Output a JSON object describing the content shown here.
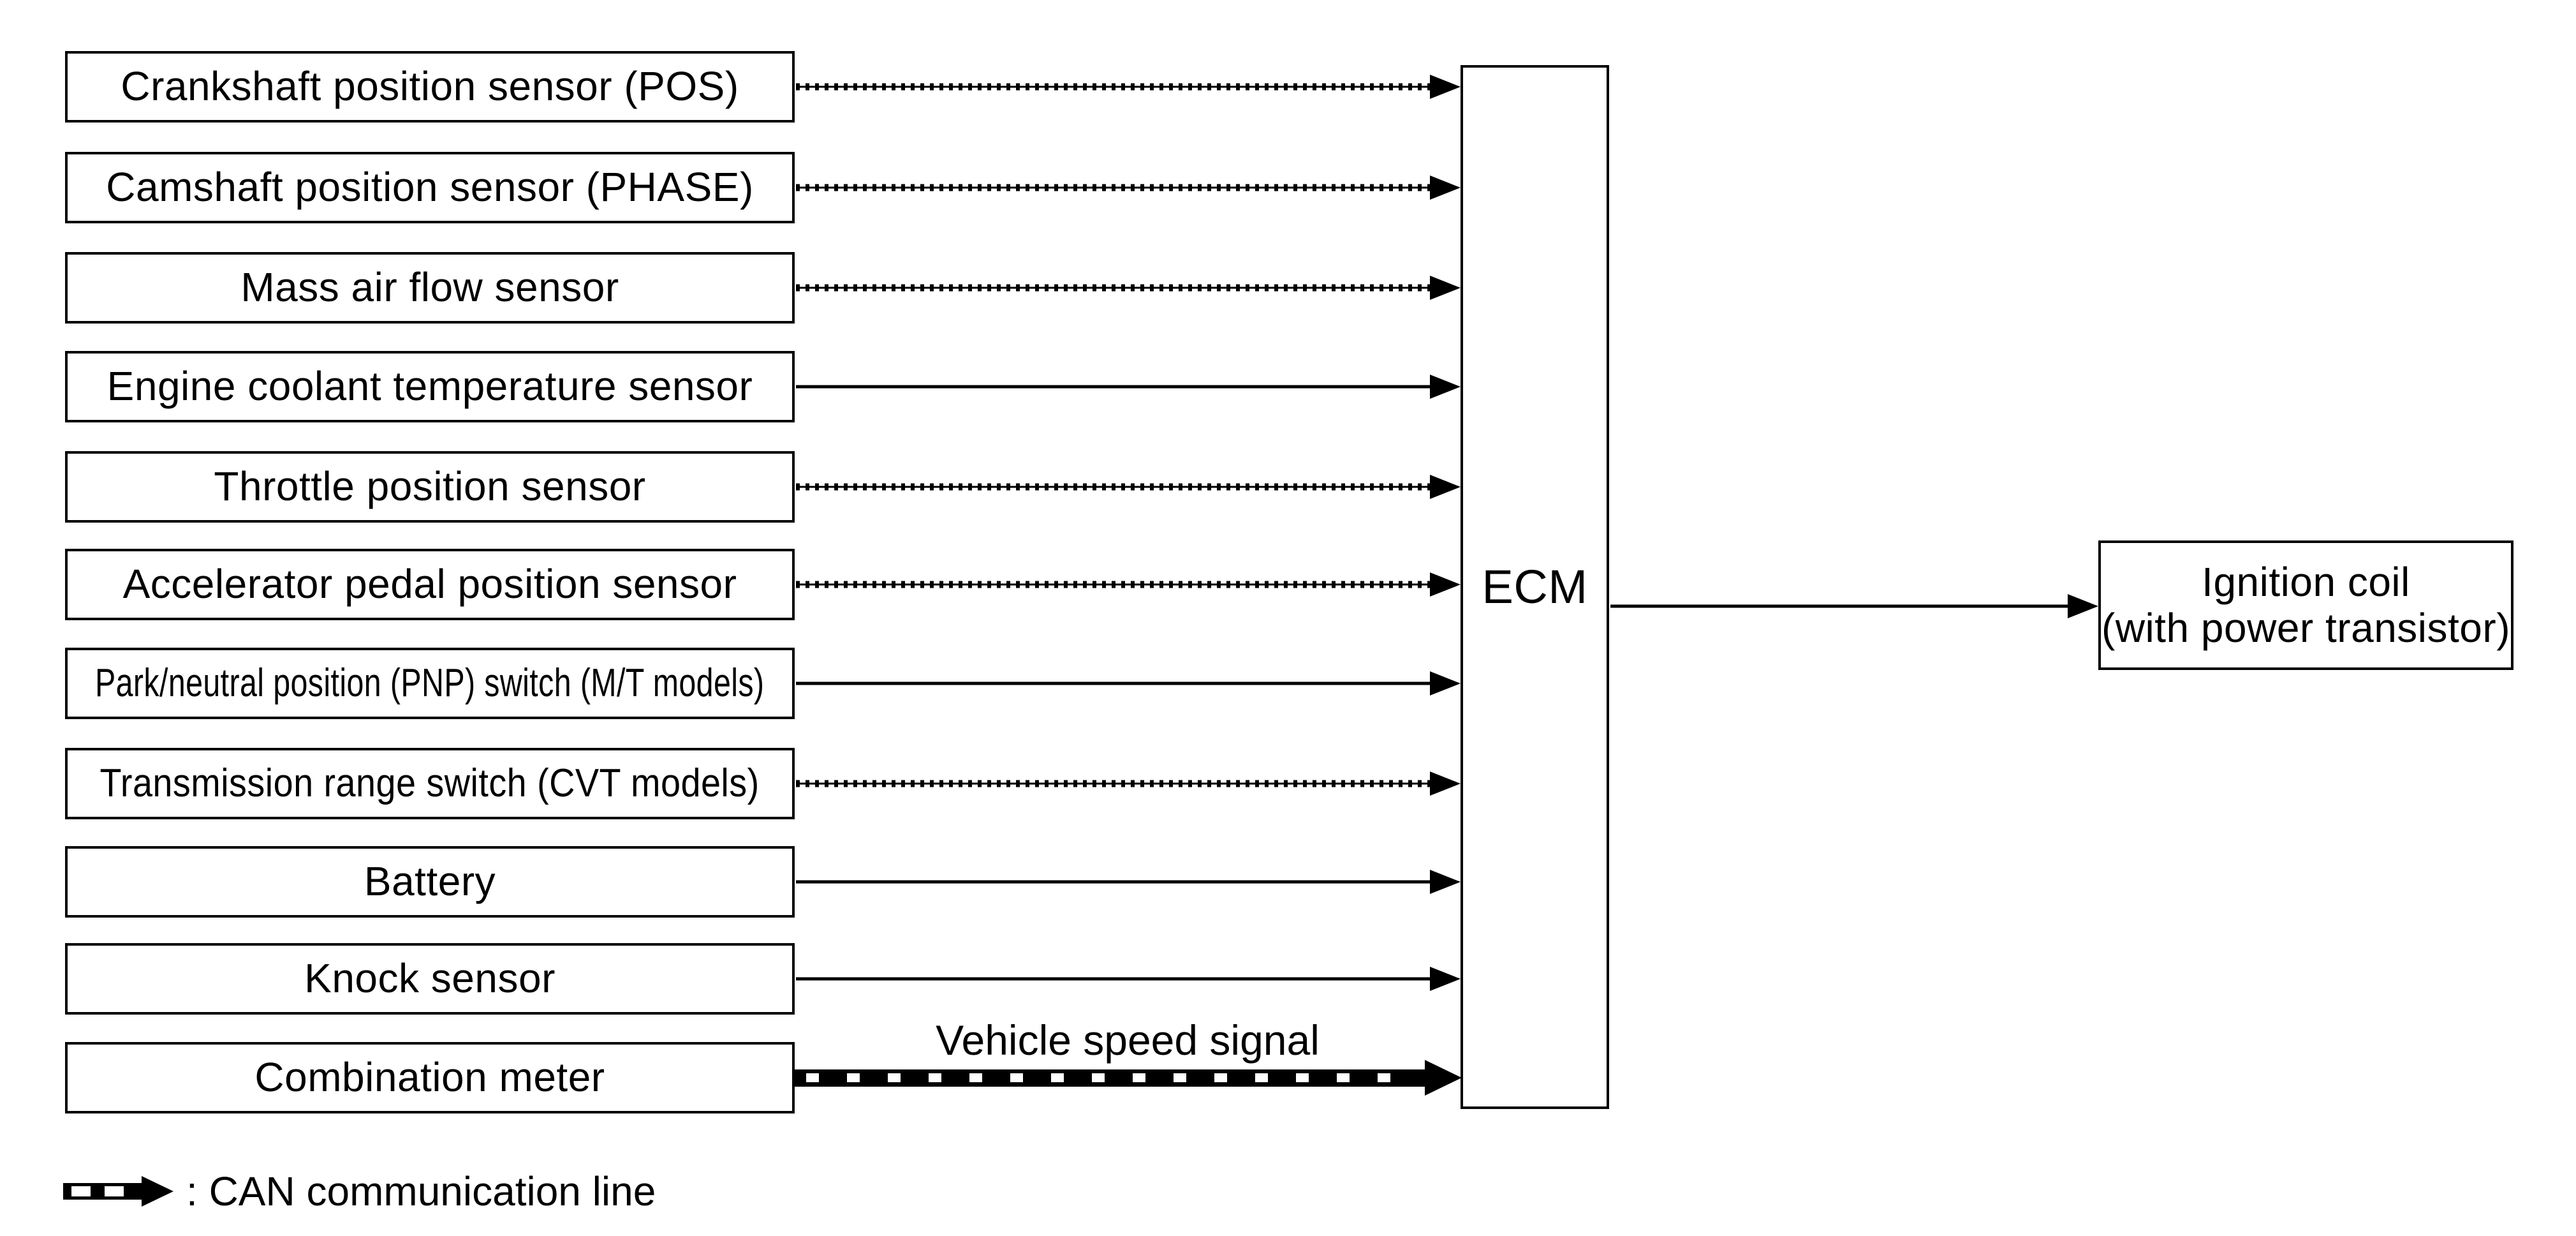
{
  "diagram": {
    "inputs": [
      {
        "label": "Crankshaft position sensor (POS)",
        "line_style": "dashed"
      },
      {
        "label": "Camshaft position sensor (PHASE)",
        "line_style": "dashed"
      },
      {
        "label": "Mass air flow sensor",
        "line_style": "dashed"
      },
      {
        "label": "Engine coolant temperature sensor",
        "line_style": "solid"
      },
      {
        "label": "Throttle position sensor",
        "line_style": "dashed"
      },
      {
        "label": "Accelerator pedal position sensor",
        "line_style": "dashed"
      },
      {
        "label": "Park/neutral position (PNP) switch (M/T models)",
        "line_style": "solid"
      },
      {
        "label": "Transmission range switch (CVT models)",
        "line_style": "dashed"
      },
      {
        "label": "Battery",
        "line_style": "solid"
      },
      {
        "label": "Knock sensor",
        "line_style": "solid"
      },
      {
        "label": "Combination meter",
        "line_style": "can"
      }
    ],
    "controller": {
      "label": "ECM"
    },
    "output": {
      "label_line1": "Ignition coil",
      "label_line2": "(with power transistor)"
    },
    "can_signal_label": "Vehicle speed signal",
    "legend": {
      "text": ": CAN communication line"
    },
    "colors": {
      "line": "#000000",
      "background": "#ffffff"
    }
  }
}
